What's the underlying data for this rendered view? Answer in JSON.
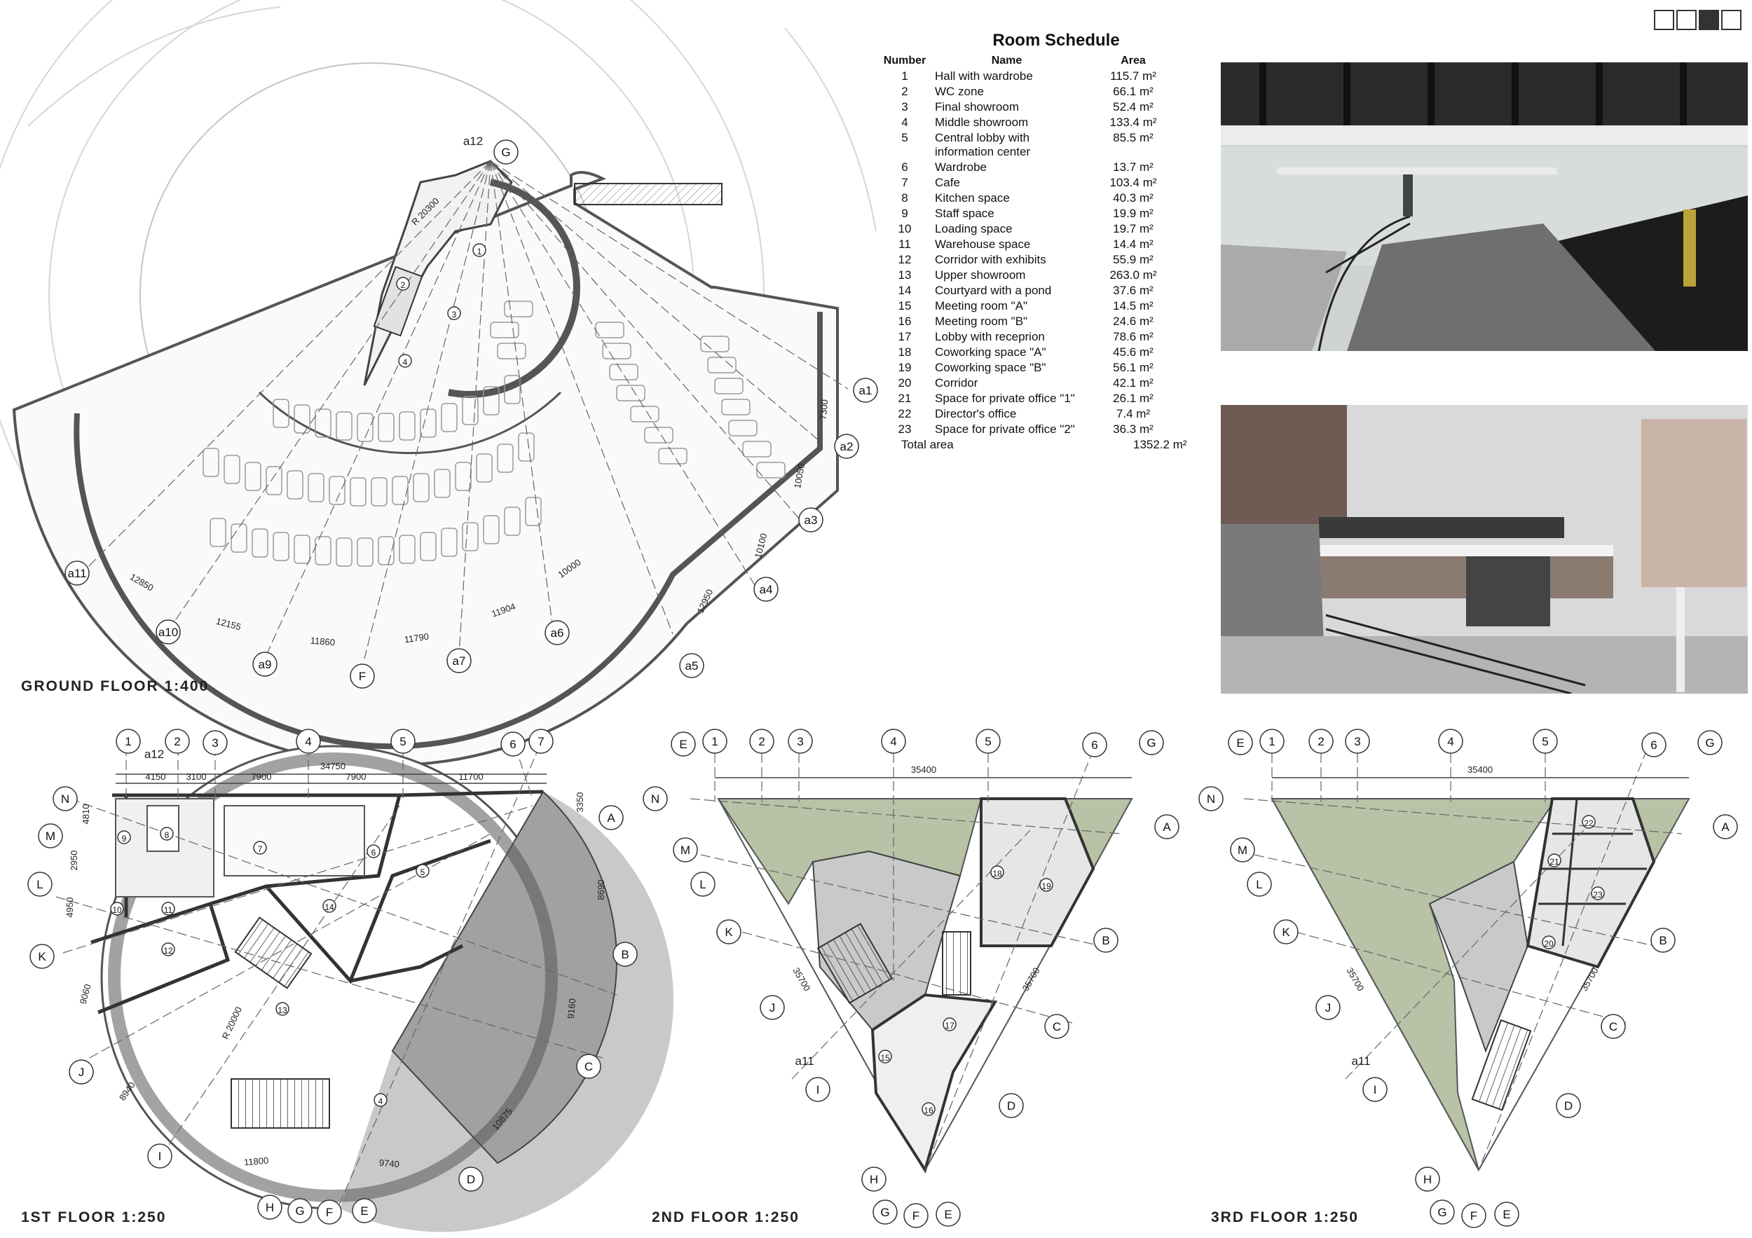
{
  "schedule": {
    "title": "Room Schedule",
    "headers": {
      "number": "Number",
      "name": "Name",
      "area": "Area"
    },
    "rows": [
      {
        "number": "1",
        "name": "Hall with wardrobe",
        "area": "115.7 m²"
      },
      {
        "number": "2",
        "name": "WC zone",
        "area": "66.1 m²"
      },
      {
        "number": "3",
        "name": "Final showroom",
        "area": "52.4 m²"
      },
      {
        "number": "4",
        "name": "Middle showroom",
        "area": "133.4 m²"
      },
      {
        "number": "5",
        "name": "Central lobby with information center",
        "area": "85.5 m²"
      },
      {
        "number": "6",
        "name": "Wardrobe",
        "area": "13.7 m²"
      },
      {
        "number": "7",
        "name": "Cafe",
        "area": "103.4 m²"
      },
      {
        "number": "8",
        "name": "Kitchen space",
        "area": "40.3 m²"
      },
      {
        "number": "9",
        "name": "Staff space",
        "area": "19.9 m²"
      },
      {
        "number": "10",
        "name": "Loading space",
        "area": "19.7 m²"
      },
      {
        "number": "11",
        "name": "Warehouse space",
        "area": "14.4 m²"
      },
      {
        "number": "12",
        "name": "Corridor with exhibits",
        "area": "55.9 m²"
      },
      {
        "number": "13",
        "name": "Upper showroom",
        "area": "263.0 m²"
      },
      {
        "number": "14",
        "name": "Courtyard with a pond",
        "area": "37.6 m²"
      },
      {
        "number": "15",
        "name": "Meeting room \"A\"",
        "area": "14.5 m²"
      },
      {
        "number": "16",
        "name": "Meeting room \"B\"",
        "area": "24.6 m²"
      },
      {
        "number": "17",
        "name": "Lobby with receprion",
        "area": "78.6 m²"
      },
      {
        "number": "18",
        "name": "Coworking space \"A\"",
        "area": "45.6 m²"
      },
      {
        "number": "19",
        "name": "Coworking space \"B\"",
        "area": "56.1 m²"
      },
      {
        "number": "20",
        "name": "Corridor",
        "area": "42.1 m²"
      },
      {
        "number": "21",
        "name": "Space for private office \"1\"",
        "area": "26.1 m²"
      },
      {
        "number": "22",
        "name": "Director's office",
        "area": "7.4 m²"
      },
      {
        "number": "23",
        "name": "Space for private office \"2\"",
        "area": "36.3 m²"
      }
    ],
    "total_label": "Total area",
    "total_value": "1352.2 m²"
  },
  "drawings": {
    "ground": {
      "title": "GROUND FLOOR 1:400",
      "radius_label": "R 20300",
      "axes": [
        "G",
        "a12",
        "a1",
        "a2",
        "a3",
        "a4",
        "a5",
        "a6",
        "a7",
        "F",
        "a9",
        "a10",
        "a11"
      ],
      "dims": [
        "7300",
        "10050",
        "10100",
        "12950",
        "10000",
        "11904",
        "11790",
        "11860",
        "12155",
        "12850"
      ],
      "rooms": [
        "1",
        "2",
        "3",
        "4"
      ]
    },
    "first": {
      "title": "1ST FLOOR 1:250",
      "radius_label": "R 20000",
      "axes": [
        "1",
        "2",
        "3",
        "4",
        "5",
        "6",
        "7",
        "a12",
        "N",
        "M",
        "L",
        "K",
        "J",
        "I",
        "H",
        "G",
        "F",
        "E",
        "D",
        "C",
        "B",
        "A"
      ],
      "top_dims": [
        "4150",
        "3100",
        "7900",
        "7900",
        "11700"
      ],
      "overall_dim": "34750",
      "side_dims": [
        "4810",
        "2950",
        "4950",
        "9060",
        "8940",
        "11800",
        "9740",
        "10875",
        "9160",
        "8690",
        "3350"
      ],
      "rooms": [
        "5",
        "6",
        "7",
        "8",
        "9",
        "10",
        "11",
        "12",
        "13",
        "14",
        "4"
      ]
    },
    "second": {
      "title": "2ND FLOOR 1:250",
      "axes": [
        "1",
        "2",
        "3",
        "4",
        "5",
        "6",
        "G",
        "E",
        "N",
        "M",
        "L",
        "K",
        "J",
        "a11",
        "I",
        "H",
        "G",
        "F",
        "E",
        "D",
        "C",
        "B",
        "A"
      ],
      "overall_dim": "35400",
      "side_dims": [
        "35700",
        "35700"
      ],
      "rooms": [
        "15",
        "16",
        "17",
        "18",
        "19"
      ]
    },
    "third": {
      "title": "3RD FLOOR 1:250",
      "axes": [
        "1",
        "2",
        "3",
        "4",
        "5",
        "6",
        "G",
        "E",
        "N",
        "M",
        "L",
        "K",
        "J",
        "a11",
        "I",
        "H",
        "G",
        "F",
        "E",
        "D",
        "C",
        "B",
        "A"
      ],
      "overall_dim": "35400",
      "side_dims": [
        "35700",
        "35700"
      ],
      "rooms": [
        "20",
        "21",
        "22",
        "23"
      ]
    }
  },
  "colors": {
    "wall": "#555555",
    "green_roof": "#b7c2a6",
    "slab_gray": "#c9c9c9",
    "render_dark": "#2a2a2a"
  }
}
